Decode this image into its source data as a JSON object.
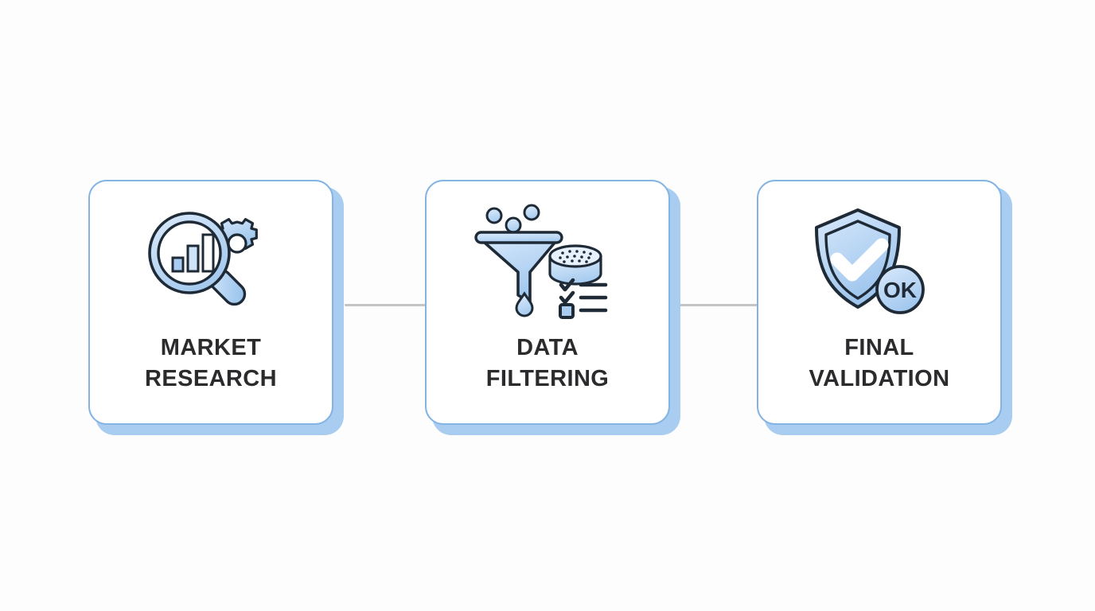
{
  "diagram": {
    "type": "horizontal-process-flow",
    "background_color": "#fdfdfd",
    "steps": [
      {
        "index": 1,
        "label": "MARKET\nRESEARCH",
        "label_line_1": "MARKET",
        "label_line_2": "RESEARCH",
        "icon_name": "magnifier-bar-chart-gear-icon",
        "icon_description": "Magnifying glass containing an ascending bar chart with a gear at upper right"
      },
      {
        "index": 2,
        "label": "DATA\nFILTERING",
        "label_line_1": "DATA",
        "label_line_2": "FILTERING",
        "icon_name": "funnel-sieve-checklist-icon",
        "icon_description": "Funnel with particles above, perforated sieve disc, water droplet and checklist"
      },
      {
        "index": 3,
        "label": "FINAL\nVALIDATION",
        "label_line_1": "FINAL",
        "label_line_2": "VALIDATION",
        "icon_name": "shield-checkmark-ok-icon",
        "icon_description": "Shield with white checkmark and circular OK badge",
        "badge_text": "OK"
      }
    ],
    "connectors": [
      {
        "from": 1,
        "to": 2
      },
      {
        "from": 2,
        "to": 3
      }
    ],
    "colors": {
      "card_border": "#84b4e4",
      "card_fill": "#ffffff",
      "card_shadow": "#a8cdf0",
      "connector": "#c2c4c6",
      "label_text": "#2b2b2d",
      "icon_fill_light": "#cfe4f8",
      "icon_fill": "#a9ccf0",
      "icon_stroke": "#1f2a37"
    }
  }
}
